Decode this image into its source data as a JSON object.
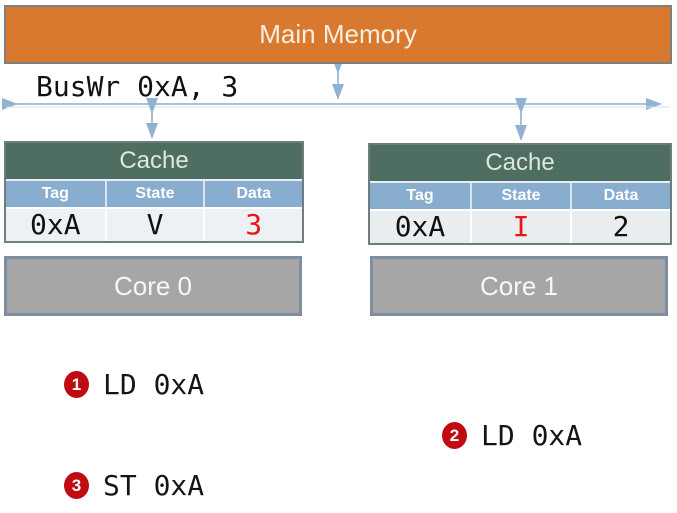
{
  "main_memory": {
    "label": "Main Memory"
  },
  "bus": {
    "write_label": "BusWr 0xA, 3"
  },
  "caches": [
    {
      "title": "Cache",
      "columns": [
        "Tag",
        "State",
        "Data"
      ],
      "row": {
        "tag": "0xA",
        "state": "V",
        "data": "3"
      },
      "highlighted_cell": "data"
    },
    {
      "title": "Cache",
      "columns": [
        "Tag",
        "State",
        "Data"
      ],
      "row": {
        "tag": "0xA",
        "state": "I",
        "data": "2"
      },
      "highlighted_cell": "state"
    }
  ],
  "cores": [
    {
      "label": "Core 0"
    },
    {
      "label": "Core 1"
    }
  ],
  "steps": [
    {
      "number": "1",
      "operation": "LD 0xA"
    },
    {
      "number": "2",
      "operation": "LD 0xA"
    },
    {
      "number": "3",
      "operation": "ST 0xA"
    }
  ],
  "colors": {
    "memory_orange": "#d9782f",
    "cache_header_green": "#4d6e61",
    "table_header_blue": "#88adce",
    "table_row_light": "#edf1f6",
    "core_gray": "#a7a5a5",
    "core_border_blue_gray": "#7b8fa0",
    "bus_arrow_blue": "#a5c1db",
    "highlight_red": "#ec1414",
    "badge_red": "#c00b13"
  }
}
